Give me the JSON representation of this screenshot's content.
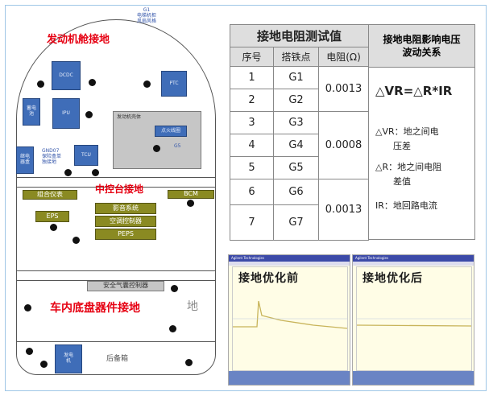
{
  "car": {
    "engine_label": "发动机舱接地",
    "top_tiny": "G1\n电梯机柜\n风扇风格",
    "dcdc": "DCDC",
    "ptc": "PTC",
    "ipu": "IPU",
    "left_box1": "蓄电\n池",
    "engine_area": "发动机壳体",
    "inner_box": "点火线圈",
    "g_small": "G5",
    "left_box2": "继电\n器盒",
    "gnd_tiny": "GND07\n保险盒单\n独接地",
    "tcu": "TCU",
    "console_label": "中控台接地",
    "combined_meter": "组合仪表",
    "bcm": "BCM",
    "eps": "EPS",
    "audio": "影音系统",
    "ac_ctrl": "空调控制器",
    "peps": "PEPS",
    "airbag": "安全气囊控制器",
    "chassis_label": "车内底盘器件接地",
    "ghost": "地",
    "rear_box": "发电\n机",
    "rear_label": "后备箱"
  },
  "table": {
    "title": "接地电阻测试值",
    "headers": [
      "序号",
      "搭铁点",
      "电阻(Ω)"
    ],
    "rows": [
      {
        "no": "1",
        "point": "G1"
      },
      {
        "no": "2",
        "point": "G2"
      },
      {
        "no": "3",
        "point": "G3"
      },
      {
        "no": "4",
        "point": "G4"
      },
      {
        "no": "5",
        "point": "G5"
      },
      {
        "no": "6",
        "point": "G6"
      },
      {
        "no": "7",
        "point": "G7"
      }
    ],
    "values": [
      "0.0013",
      "0.0008",
      "0.0013"
    ]
  },
  "relation": {
    "title_line1": "接地电阻影响电压",
    "title_line2": "波动关系",
    "formula": "△VR=△R*IR",
    "vr_desc_1": "△VR：地之间电",
    "vr_desc_2": "压差",
    "r_desc_1": "△R：地之间电阻",
    "r_desc_2": "差值",
    "ir_desc": "IR：地回路电流"
  },
  "scopes": {
    "brand": "Agilent Technologies",
    "before_title": "接地优化前",
    "after_title": "接地优化后"
  }
}
